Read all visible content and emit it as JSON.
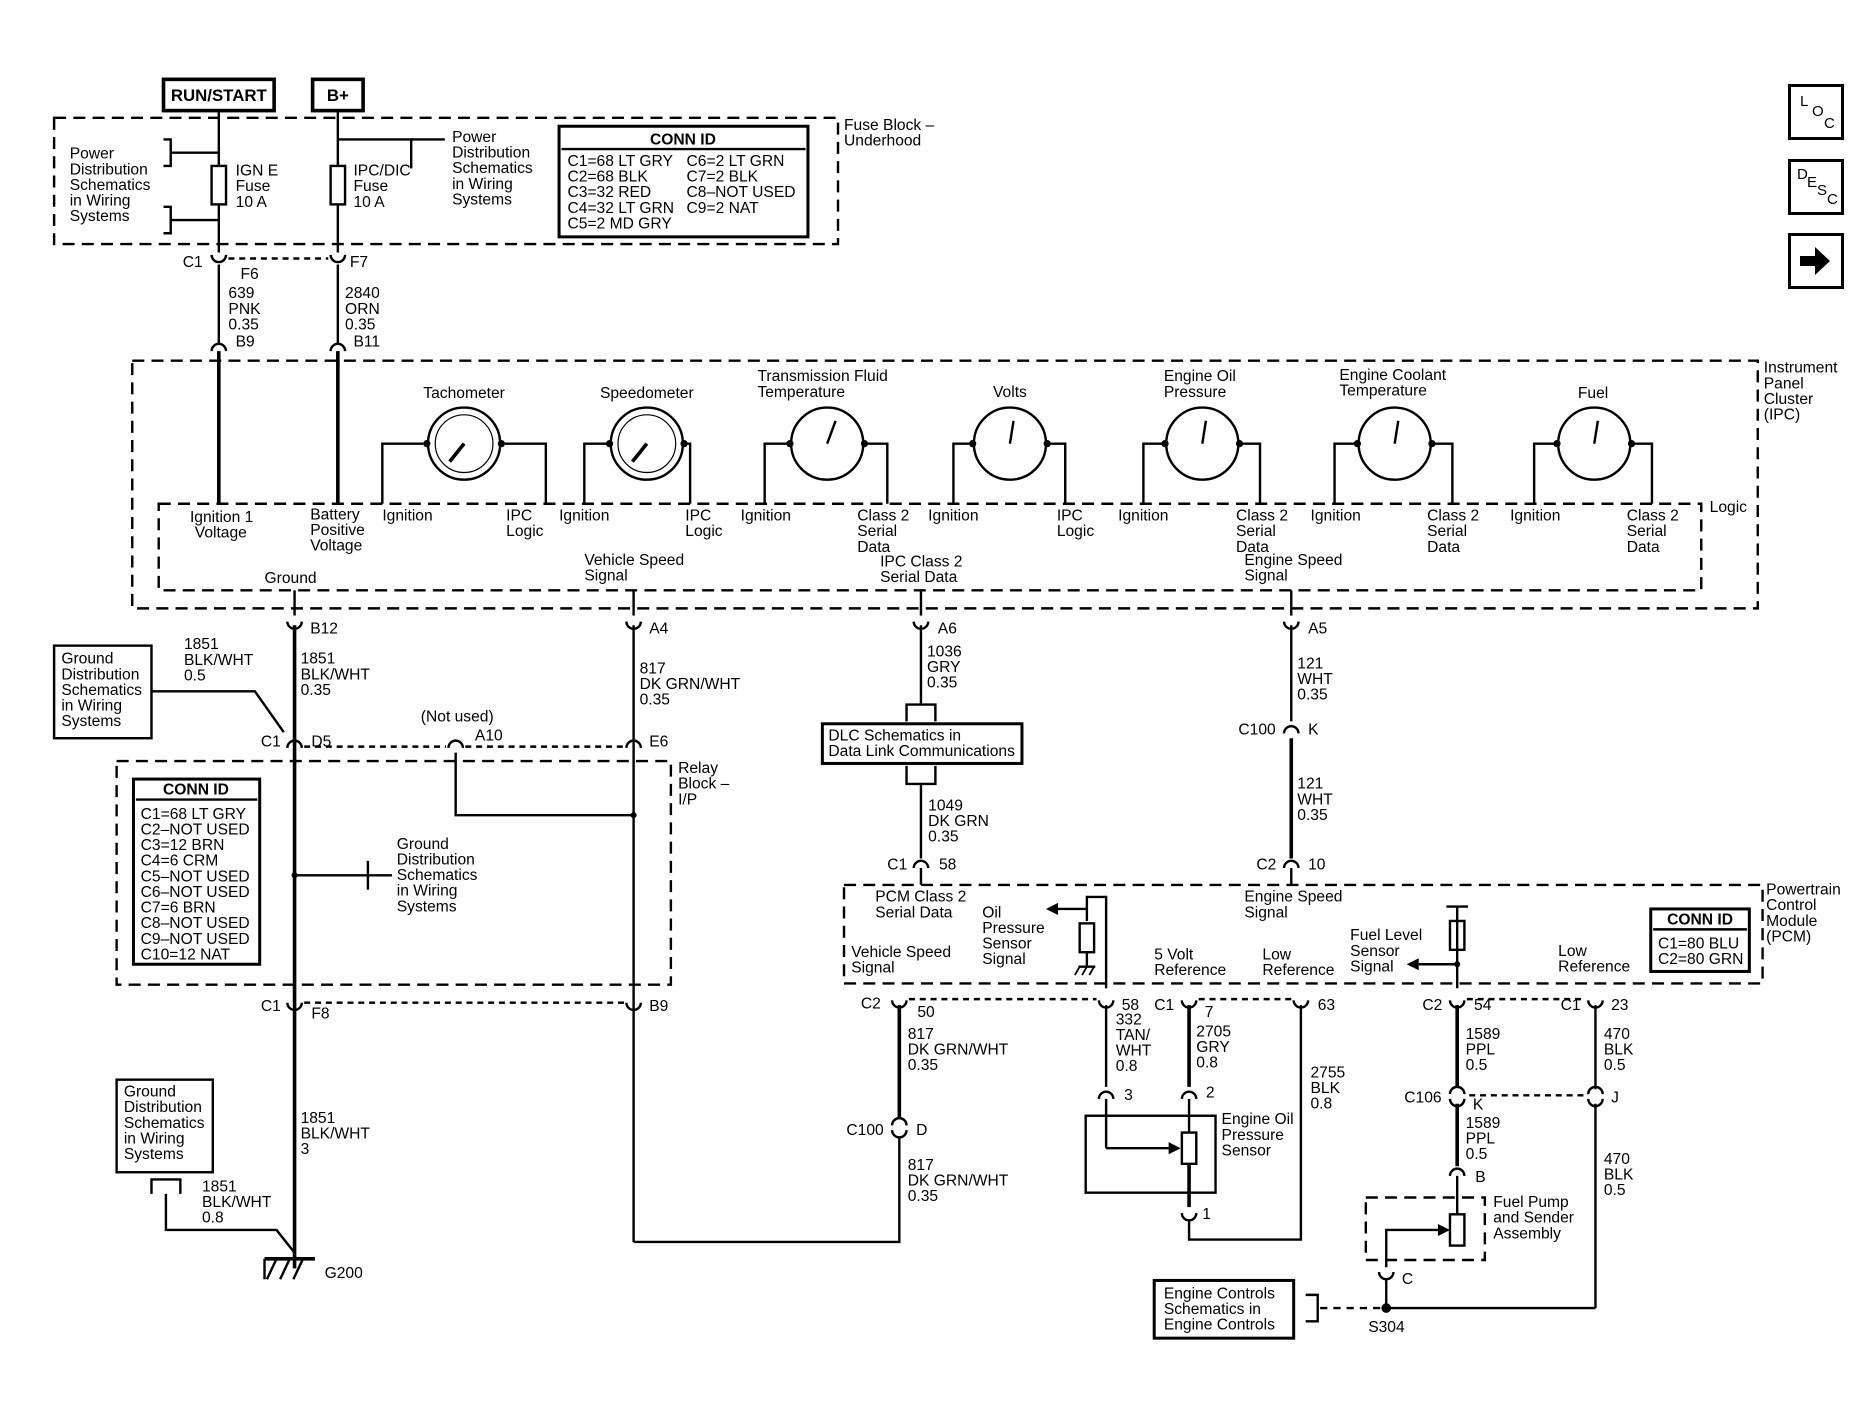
{
  "power_sources": {
    "run_start": "RUN/START",
    "b_plus": "B+"
  },
  "fuse_block": {
    "name": [
      "Fuse Block –",
      "Underhood"
    ],
    "left_ref": [
      "Power",
      "Distribution",
      "Schematics",
      "in Wiring",
      "Systems"
    ],
    "right_ref": [
      "Power",
      "Distribution",
      "Schematics",
      "in Wiring",
      "Systems"
    ],
    "fuse1": [
      "IGN E",
      "Fuse",
      "10 A"
    ],
    "fuse2": [
      "IPC/DIC",
      "Fuse",
      "10 A"
    ],
    "conn_id": {
      "title": "CONN ID",
      "left": [
        "C1=68 LT GRY",
        "C2=68 BLK",
        "C3=32 RED",
        "C4=32 LT GRN",
        "C5=2 MD GRY"
      ],
      "right": [
        "C6=2 LT GRN",
        "C7=2 BLK",
        "C8–NOT USED",
        "C9=2 NAT"
      ]
    }
  },
  "circuits": {
    "c1": "C1",
    "f6": "F6",
    "f7": "F7",
    "b9": "B9",
    "b11": "B11",
    "wire639": [
      "639",
      "PNK",
      "0.35"
    ],
    "wire2840": [
      "2840",
      "ORN",
      "0.35"
    ]
  },
  "ipc": {
    "name": [
      "Instrument",
      "Panel",
      "Cluster",
      "(IPC)"
    ],
    "logic": "Logic",
    "gauges": [
      {
        "name": [
          "Tachometer"
        ],
        "left": [
          "Ignition"
        ],
        "right": [
          "IPC",
          "Logic"
        ]
      },
      {
        "name": [
          "Speedometer"
        ],
        "left": [
          "Ignition"
        ],
        "right": [
          "IPC",
          "Logic"
        ]
      },
      {
        "name": [
          "Transmission Fluid",
          "Temperature"
        ],
        "left": [
          "Ignition"
        ],
        "right": [
          "Class 2",
          "Serial",
          "Data"
        ]
      },
      {
        "name": [
          "Volts"
        ],
        "left": [
          "Ignition"
        ],
        "right": [
          "IPC",
          "Logic"
        ]
      },
      {
        "name": [
          "Engine Oil",
          "Pressure"
        ],
        "left": [
          "Ignition"
        ],
        "right": [
          "Class 2",
          "Serial",
          "Data"
        ]
      },
      {
        "name": [
          "Engine Coolant",
          "Temperature"
        ],
        "left": [
          "Ignition"
        ],
        "right": [
          "Class 2",
          "Serial",
          "Data"
        ]
      },
      {
        "name": [
          "Fuel"
        ],
        "left": [
          "Ignition"
        ],
        "right": [
          "Class 2",
          "Serial",
          "Data"
        ]
      }
    ],
    "ign1_voltage": [
      "Ignition 1",
      "Voltage"
    ],
    "batt_voltage": [
      "Battery",
      "Positive",
      "Voltage"
    ],
    "ground": "Ground",
    "vss": [
      "Vehicle Speed",
      "Signal"
    ],
    "ipc_class2": [
      "IPC Class 2",
      "Serial Data"
    ],
    "eng_speed": [
      "Engine Speed",
      "Signal"
    ]
  },
  "lower": {
    "b12": "B12",
    "a4": "A4",
    "a6": "A6",
    "a5": "A5",
    "w1851_left": [
      "1851",
      "BLK/WHT",
      "0.5"
    ],
    "w1851_main": [
      "1851",
      "BLK/WHT",
      "0.35"
    ],
    "w817_top": [
      "817",
      "DK GRN/WHT",
      "0.35"
    ],
    "w1036": [
      "1036",
      "GRY",
      "0.35"
    ],
    "w121_top": [
      "121",
      "WHT",
      "0.35"
    ],
    "gnd_ref1": [
      "Ground",
      "Distribution",
      "Schematics",
      "in Wiring",
      "Systems"
    ],
    "c1_lbl": "C1",
    "d5": "D5",
    "not_used": "(Not used)",
    "a10": "A10",
    "e6": "E6",
    "relay_block": [
      "Relay",
      "Block –",
      "I/P"
    ],
    "conn_id2": {
      "title": "CONN ID",
      "items": [
        "C1=68 LT GRY",
        "C2–NOT USED",
        "C3=12 BRN",
        "C4=6 CRM",
        "C5–NOT USED",
        "C6–NOT USED",
        "C7=6 BRN",
        "C8–NOT USED",
        "C9–NOT USED",
        "C10=12 NAT"
      ]
    },
    "gnd_ref2": [
      "Ground",
      "Distribution",
      "Schematics",
      "in Wiring",
      "Systems"
    ],
    "dlc": [
      "DLC Schematics in",
      "Data Link Communications"
    ],
    "w1049": [
      "1049",
      "DK GRN",
      "0.35"
    ],
    "c100_k": [
      "C100",
      "K"
    ],
    "w121_bot": [
      "121",
      "WHT",
      "0.35"
    ],
    "c1_58": [
      "C1",
      "58"
    ],
    "c2_10": [
      "C2",
      "10"
    ],
    "f8": "F8",
    "b9b": "B9",
    "w1851_3": [
      "1851",
      "BLK/WHT",
      "3"
    ],
    "gnd_ref3": [
      "Ground",
      "Distribution",
      "Schematics",
      "in Wiring",
      "Systems"
    ],
    "w1851_08": [
      "1851",
      "BLK/WHT",
      "0.8"
    ],
    "g200": "G200"
  },
  "pcm": {
    "name": [
      "Powertrain",
      "Control",
      "Module",
      "(PCM)"
    ],
    "pcm_class2": [
      "PCM Class 2",
      "Serial Data"
    ],
    "oil_signal": [
      "Oil",
      "Pressure",
      "Sensor",
      "Signal"
    ],
    "vss": [
      "Vehicle Speed",
      "Signal"
    ],
    "eng_speed": [
      "Engine Speed",
      "Signal"
    ],
    "five_volt": [
      "5 Volt",
      "Reference"
    ],
    "low_ref1": [
      "Low",
      "Reference"
    ],
    "fuel_level": [
      "Fuel Level",
      "Sensor",
      "Signal"
    ],
    "low_ref2": [
      "Low",
      "Reference"
    ],
    "conn_id3": {
      "title": "CONN ID",
      "items": [
        "C1=80 BLU",
        "C2=80 GRN"
      ]
    },
    "pins": [
      "C2",
      "50",
      "58",
      "C1",
      "7",
      "63",
      "C2",
      "54",
      "C1",
      "23"
    ]
  },
  "sensors": {
    "w817_mid": [
      "817",
      "DK GRN/WHT",
      "0.35"
    ],
    "c100_d": [
      "C100",
      "D"
    ],
    "w817_bot": [
      "817",
      "DK GRN/WHT",
      "0.35"
    ],
    "w332": [
      "332",
      "TAN/",
      "WHT",
      "0.8"
    ],
    "w2705": [
      "2705",
      "GRY",
      "0.8"
    ],
    "w2755": [
      "2755",
      "BLK",
      "0.8"
    ],
    "pin3": "3",
    "pin2": "2",
    "pin1": "1",
    "oil_sensor": [
      "Engine Oil",
      "Pressure",
      "Sensor"
    ],
    "w1589_top": [
      "1589",
      "PPL",
      "0.5"
    ],
    "c106_k": [
      "C106",
      "K"
    ],
    "j": "J",
    "w1589_bot": [
      "1589",
      "PPL",
      "0.5"
    ],
    "w470_top": [
      "470",
      "BLK",
      "0.5"
    ],
    "w470_bot": [
      "470",
      "BLK",
      "0.5"
    ],
    "pin_b": "B",
    "pin_c": "C",
    "fuel_pump": [
      "Fuel Pump",
      "and Sender",
      "Assembly"
    ],
    "eng_ctrl": [
      "Engine Controls",
      "Schematics in",
      "Engine Controls"
    ],
    "s304": "S304"
  },
  "nav": {
    "loc": [
      "L",
      "O",
      "C"
    ],
    "desc": [
      "D",
      "E",
      "S",
      "C"
    ]
  }
}
